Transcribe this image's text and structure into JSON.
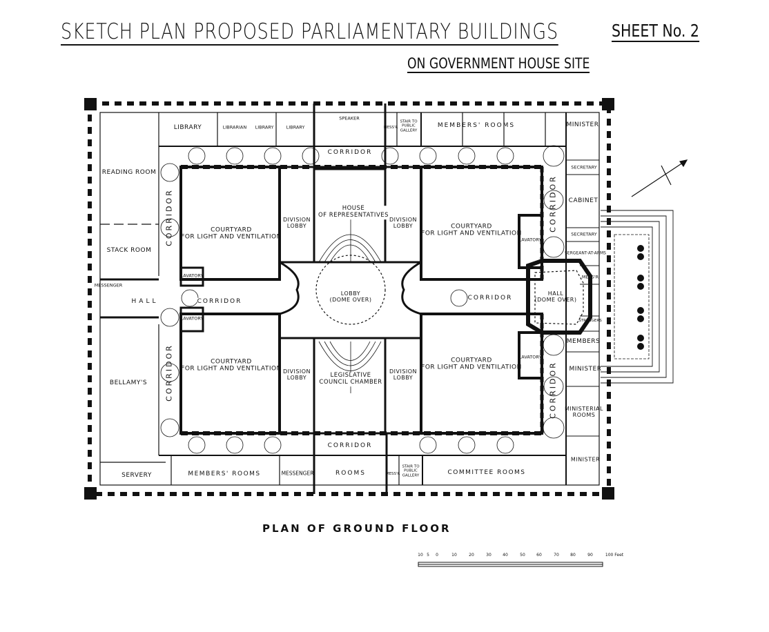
{
  "header": {
    "title": "SKETCH PLAN PROPOSED PARLIAMENTARY BUILDINGS",
    "subtitle": "ON GOVERNMENT HOUSE SITE",
    "sheet": "SHEET No. 2"
  },
  "plan_title": "PLAN OF GROUND FLOOR",
  "rooms": {
    "reading_room": "READING ROOM",
    "stack_room": "STACK ROOM",
    "messenger_left": "MESSENGER",
    "hall_left": "HALL",
    "bellamys": "BELLAMY'S",
    "servery": "SERVERY",
    "library1": "LIBRARY",
    "librarian": "LIBRARIAN",
    "library2": "LIBRARY",
    "library3": "LIBRARY",
    "speaker": "SPEAKER",
    "messr_top": "MESS'R",
    "stair_top": "STAIR TO PUBLIC GALLERY",
    "members_rooms_top": "MEMBERS' ROOMS",
    "minister_top": "MINISTER",
    "corridor_top": "CORRIDOR",
    "corridor_bottom": "CORRIDOR",
    "corridor_left_top": "CORRIDOR",
    "corridor_left_bottom": "CORRIDOR",
    "corridor_right_top": "CORRIDOR",
    "corridor_right_bottom": "CORRIDOR",
    "corridor_center_left": "CORRIDOR",
    "corridor_center_right": "CORRIDOR",
    "courtyard_tl": "COURTYARD\nFOR LIGHT AND VENTILATION",
    "courtyard_tr": "COURTYARD\nFOR LIGHT AND VENTILATION",
    "courtyard_bl": "COURTYARD\nFOR LIGHT AND VENTILATION",
    "courtyard_br": "COURTYARD\nFOR LIGHT AND VENTILATION",
    "lavatory_tl": "LAVATORY",
    "lavatory_bl": "LAVATORY",
    "lavatory_tr": "LAVATORY",
    "lavatory_br": "LAVATORY",
    "division_lobby_1": "DIVISION\nLOBBY",
    "division_lobby_2": "DIVISION\nLOBBY",
    "division_lobby_3": "DIVISION\nLOBBY",
    "division_lobby_4": "DIVISION\nLOBBY",
    "house_reps": "HOUSE\nOF REPRESENTATIVES",
    "lobby": "LOBBY\n(DOME OVER)",
    "legislative": "LEGISLATIVE\nCOUNCIL CHAMBER",
    "hall_right": "HALL\n(DOME OVER)",
    "secretary1": "SECRETARY",
    "cabinet": "CABINET",
    "secretary2": "SECRETARY",
    "sergeant": "SERGEANT-AT-ARMS",
    "messr_right": "MESS'R",
    "strangers": "STRANGERS",
    "members": "MEMBERS",
    "minister_mid": "MINISTER",
    "ministerial": "MINISTERIAL\nROOMS",
    "minister_bottom": "MINISTER",
    "members_rooms_bottom": "MEMBERS'  ROOMS",
    "messenger_bottom": "MESSENGER",
    "rooms_bottom": "ROOMS",
    "messr_bottom": "MESS'R",
    "stair_bottom": "STAIR TO PUBLIC GALLERY",
    "committee": "COMMITTEE  ROOMS"
  },
  "scale": {
    "ticks": [
      "10",
      "5",
      "0",
      "10",
      "20",
      "30",
      "40",
      "50",
      "60",
      "70",
      "80",
      "90",
      "100 Feet"
    ]
  }
}
